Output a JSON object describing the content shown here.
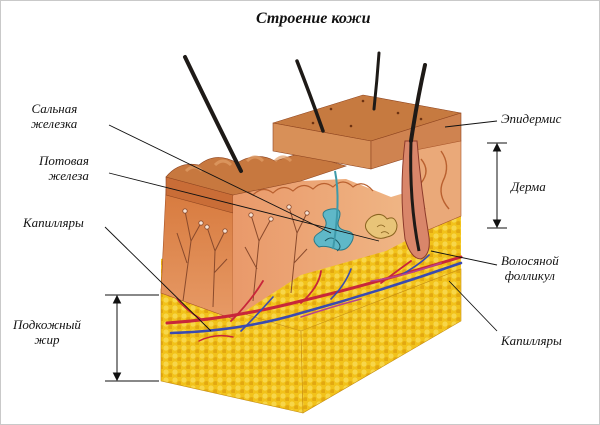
{
  "title": "Строение кожи",
  "labels": {
    "sebaceous_line1": "Сальная",
    "sebaceous_line2": "железка",
    "sweat_line1": "Потовая",
    "sweat_line2": "железа",
    "capillaries_left": "Капилляры",
    "subcutaneous_line1": "Подкожный",
    "subcutaneous_line2": "жир",
    "epidermis": "Эпидермис",
    "dermis": "Дерма",
    "follicle_line1": "Волосяной",
    "follicle_line2": "фолликул",
    "capillaries_right": "Капилляры"
  },
  "colors": {
    "fat_yellow": "#f2c21a",
    "dermis_orange": "#e8a06a",
    "epidermis_tan": "#d4894a",
    "hair": "#1e1a17",
    "vessel_red": "#c8263a",
    "vessel_blue": "#3a4ab0",
    "gland_teal": "#5fb8c8"
  }
}
